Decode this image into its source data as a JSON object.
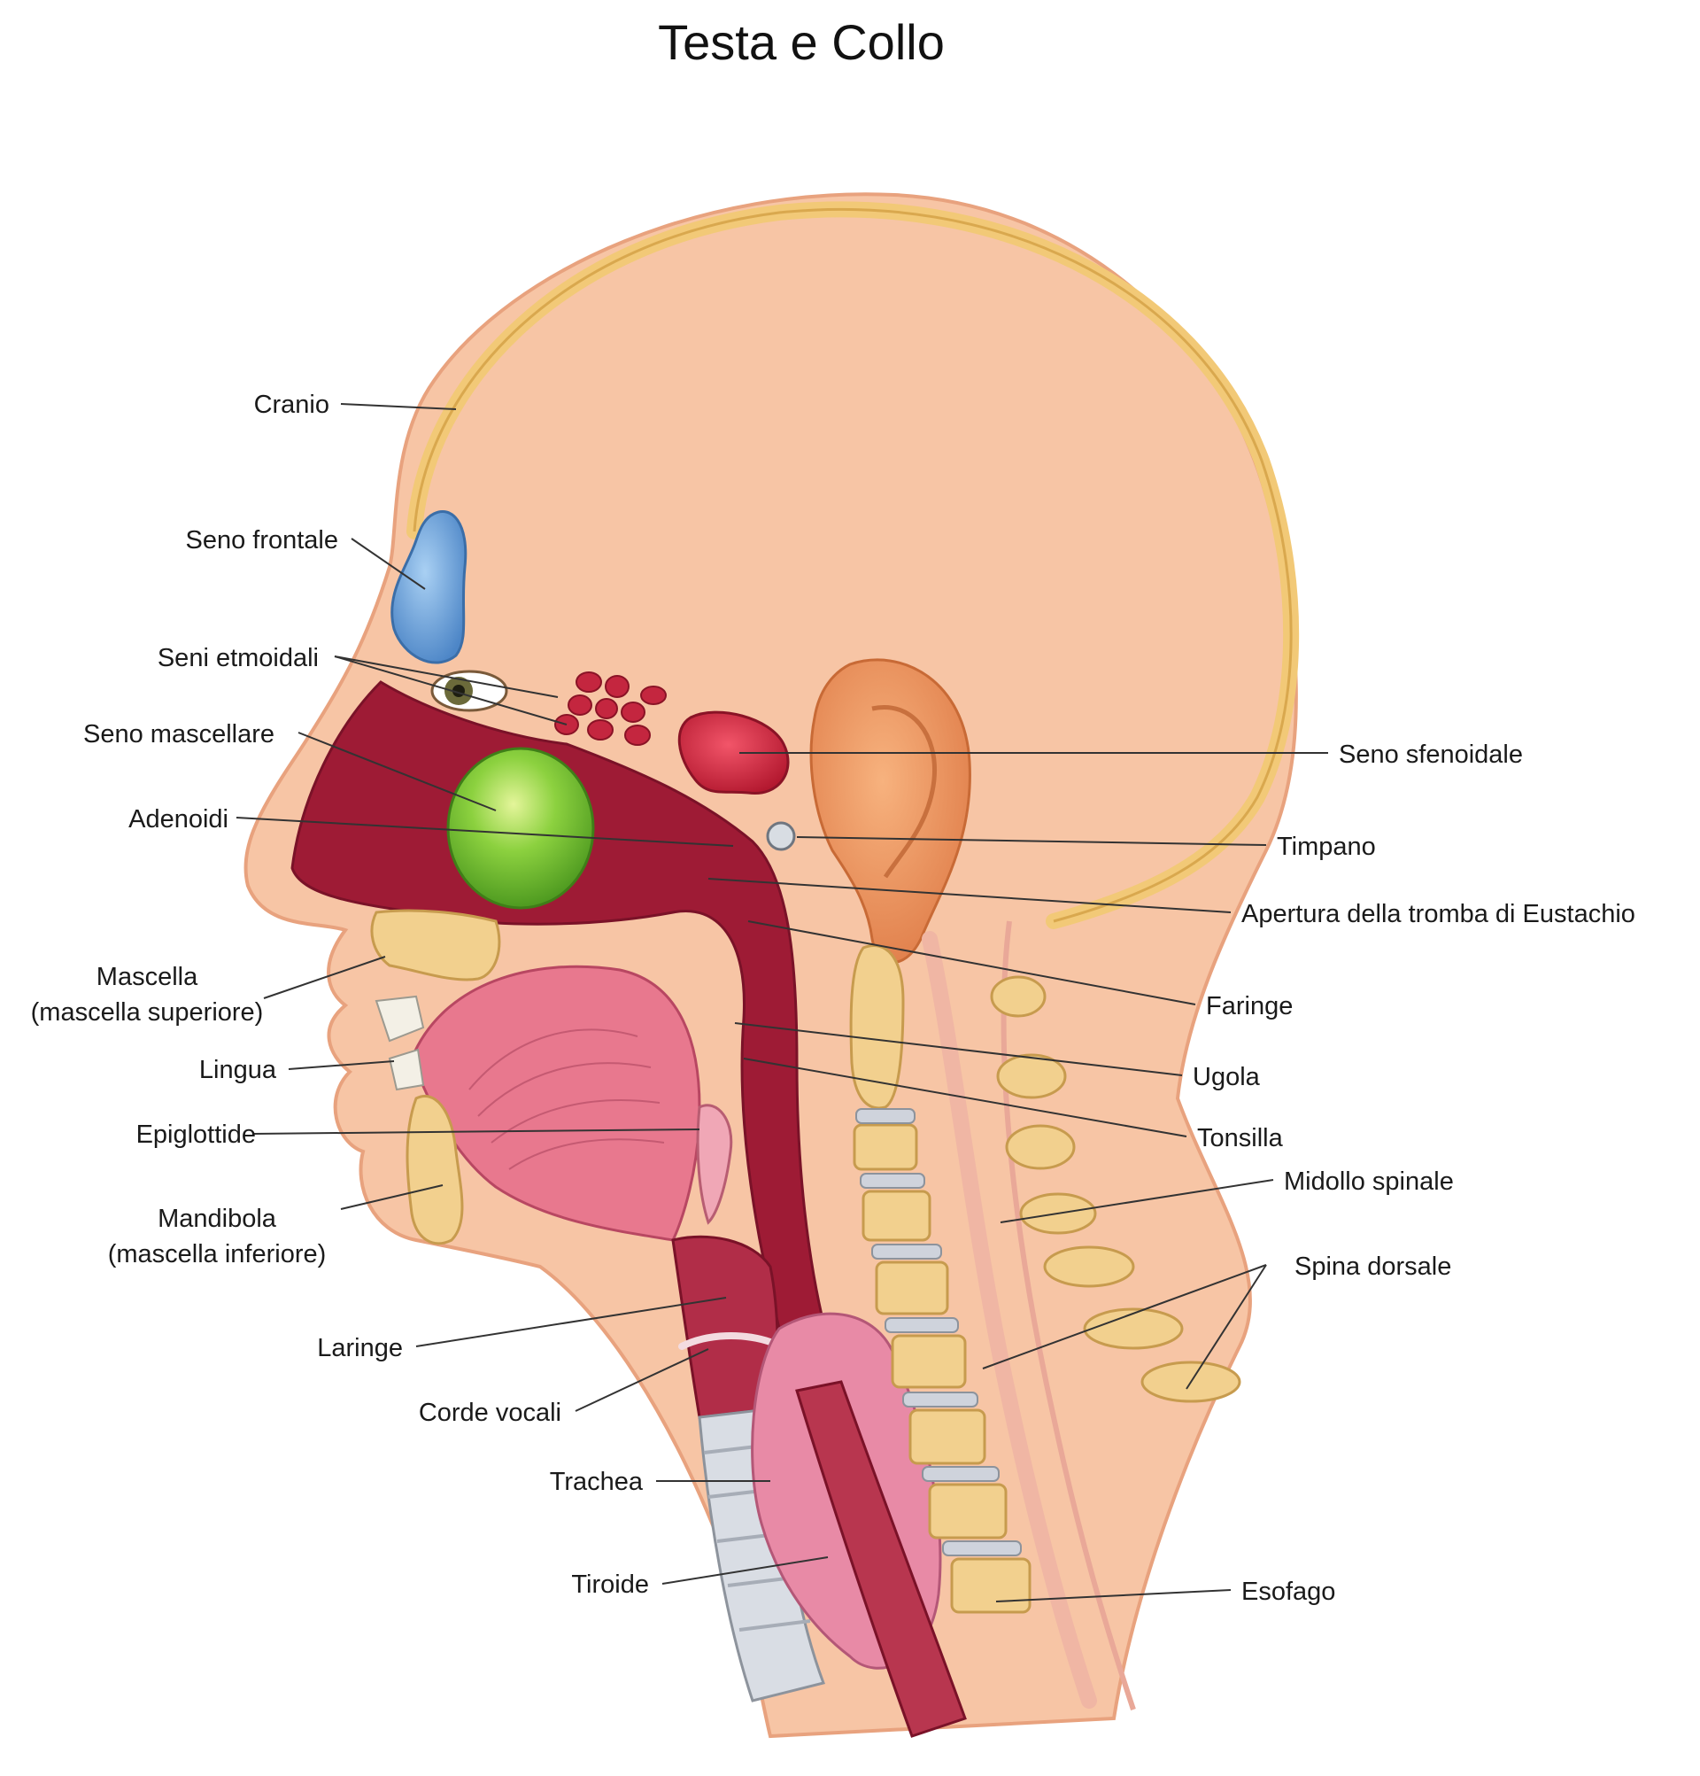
{
  "title": "Testa e Collo",
  "colors": {
    "skin": "#f7c5a5",
    "skin_outline": "#e8a27e",
    "skull_bone": "#f2c977",
    "frontal_sinus": "#6ea7df",
    "maxillary_sinus": "#8cd13f",
    "sphenoid_sinus": "#d92a43",
    "ethmoid_cells": "#c4263f",
    "nasal_cavity": "#9e1b35",
    "tongue": "#e8788e",
    "ear": "#f0a06a",
    "thyroid": "#e88aa6",
    "vertebra": "#f2d08e",
    "disc": "#cfd3dc"
  },
  "labels": {
    "cranio": "Cranio",
    "seno_frontale": "Seno frontale",
    "seni_etmoidali": "Seni etmoidali",
    "seno_mascellare": "Seno mascellare",
    "adenoidi": "Adenoidi",
    "mascella_1": "Mascella",
    "mascella_2": "(mascella superiore)",
    "lingua": "Lingua",
    "epiglottide": "Epiglottide",
    "mandibola_1": "Mandibola",
    "mandibola_2": "(mascella inferiore)",
    "laringe": "Laringe",
    "corde_vocali": "Corde vocali",
    "trachea": "Trachea",
    "tiroide": "Tiroide",
    "seno_sfenoidale": "Seno sfenoidale",
    "timpano": "Timpano",
    "tromba": "Apertura della tromba di Eustachio",
    "faringe": "Faringe",
    "ugola": "Ugola",
    "tonsilla": "Tonsilla",
    "midollo": "Midollo spinale",
    "spina": "Spina dorsale",
    "esofago": "Esofago"
  }
}
